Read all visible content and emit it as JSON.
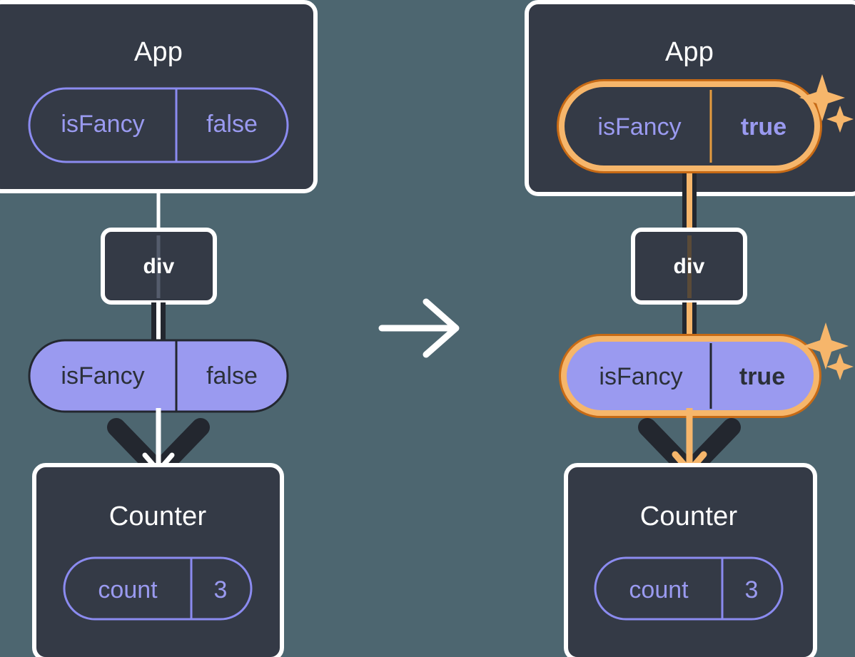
{
  "diagram": {
    "title": "React state update propagation diagram",
    "arrow_between": "right-arrow",
    "colors": {
      "background": "#4d6670",
      "panel_fill": "#343a46",
      "panel_border": "#ffffff",
      "pill_outline_stroke": "#8b8bf0",
      "pill_outline_text": "#9a9af0",
      "pill_filled_fill": "#9a9af0",
      "pill_filled_stroke": "#23272f",
      "pill_filled_text": "#23272f",
      "highlight_outer": "#c76a15",
      "highlight_inner": "#f6b66b",
      "sparkle": "#f6b66b",
      "connector_dark": "#23272f",
      "connector_white": "#ffffff",
      "connector_orange": "#f6b66b",
      "text_white": "#ffffff"
    }
  },
  "before": {
    "app": {
      "title": "App",
      "state_pill": {
        "key": "isFancy",
        "value": "false",
        "style": "outline",
        "highlighted": false
      }
    },
    "div": {
      "label": "div"
    },
    "prop_pill": {
      "key": "isFancy",
      "value": "false",
      "style": "filled",
      "highlighted": false
    },
    "counter": {
      "title": "Counter",
      "state_pill": {
        "key": "count",
        "value": "3",
        "style": "outline",
        "highlighted": false
      }
    }
  },
  "after": {
    "app": {
      "title": "App",
      "state_pill": {
        "key": "isFancy",
        "value": "true",
        "style": "outline",
        "highlighted": true
      }
    },
    "div": {
      "label": "div"
    },
    "prop_pill": {
      "key": "isFancy",
      "value": "true",
      "style": "filled",
      "highlighted": true
    },
    "counter": {
      "title": "Counter",
      "state_pill": {
        "key": "count",
        "value": "3",
        "style": "outline",
        "highlighted": false
      }
    }
  }
}
